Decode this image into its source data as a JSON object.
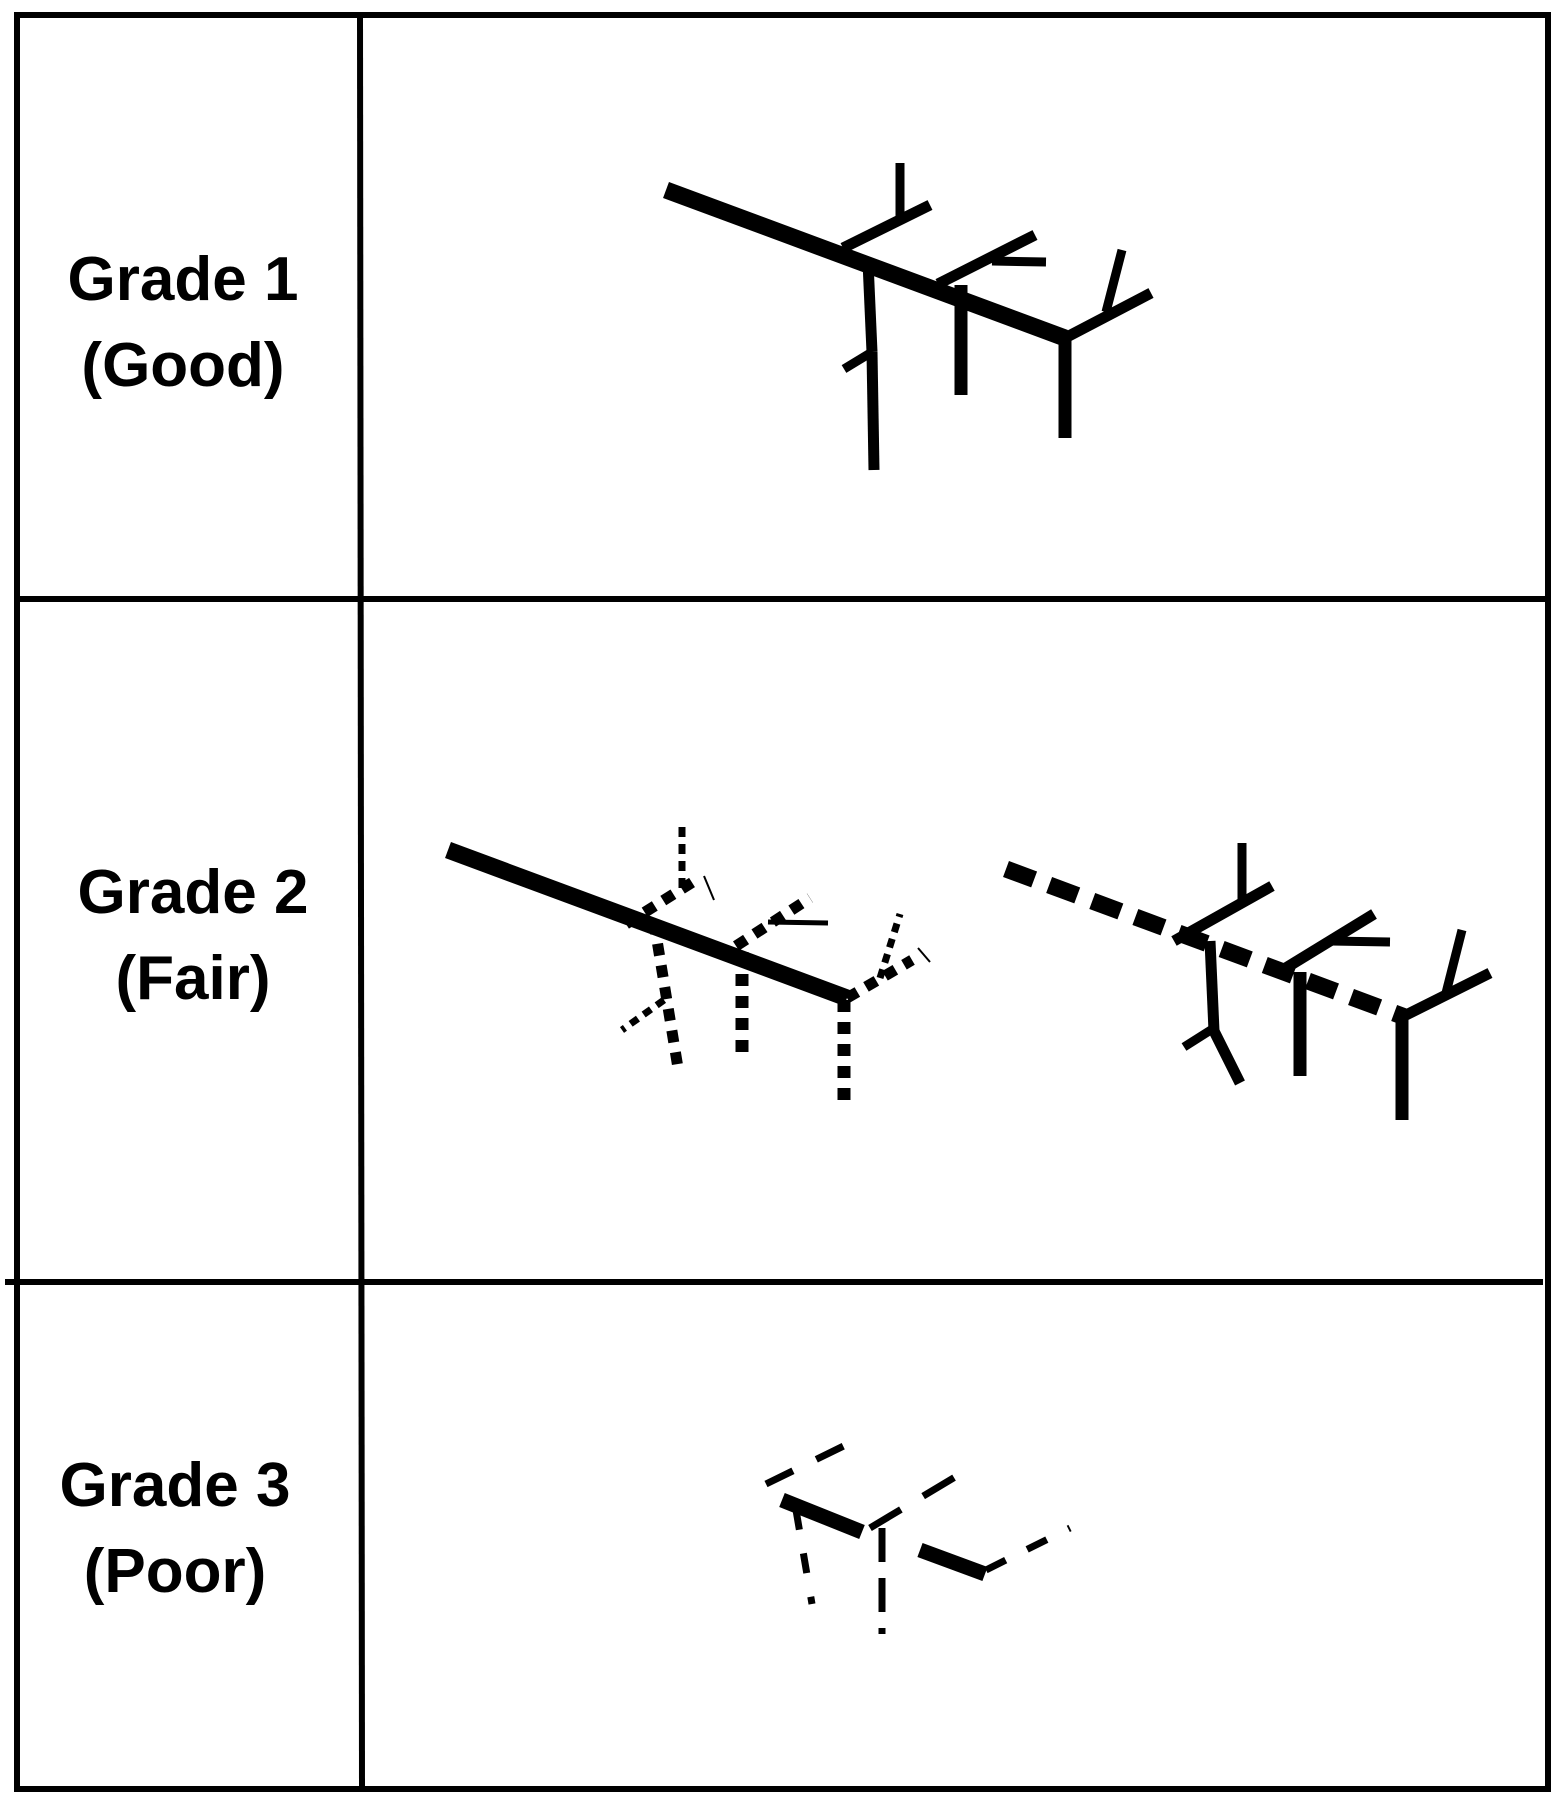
{
  "grades": [
    {
      "title": "Grade 1",
      "quality": "(Good)"
    },
    {
      "title": "Grade 2",
      "quality": "(Fair)"
    },
    {
      "title": "Grade 3",
      "quality": "(Poor)"
    }
  ],
  "colors": {
    "ink": "#000000",
    "background": "#ffffff"
  }
}
